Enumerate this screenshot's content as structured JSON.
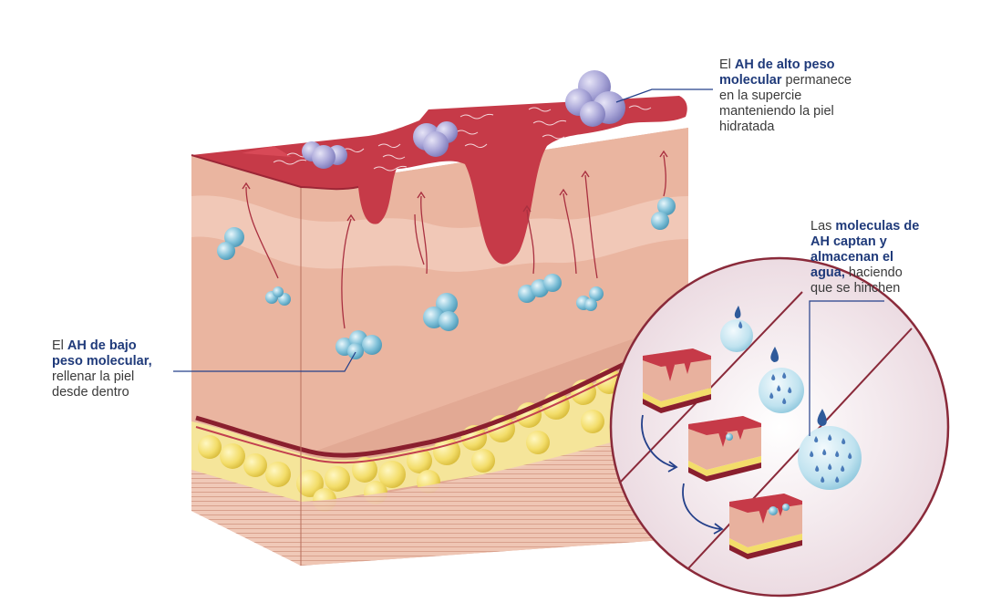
{
  "labels": {
    "high_mw": {
      "lines": [
        {
          "pre": "El ",
          "bold": "AH de alto peso",
          "post": ""
        },
        {
          "pre": "",
          "bold": "molecular",
          "post": " permanece"
        },
        {
          "pre": "en la supercie",
          "bold": "",
          "post": ""
        },
        {
          "pre": "manteniendo la piel",
          "bold": "",
          "post": ""
        },
        {
          "pre": "hidratada",
          "bold": "",
          "post": ""
        }
      ]
    },
    "capture": {
      "lines": [
        {
          "pre": "Las ",
          "bold": "moleculas de",
          "post": ""
        },
        {
          "pre": "",
          "bold": "AH captan y",
          "post": ""
        },
        {
          "pre": "",
          "bold": "almacenan el",
          "post": ""
        },
        {
          "pre": "",
          "bold": "agua,",
          "post": " haciendo"
        },
        {
          "pre": "que se hinchen",
          "bold": "",
          "post": ""
        }
      ]
    },
    "low_mw": {
      "lines": [
        {
          "pre": "El ",
          "bold": "AH de bajo",
          "post": ""
        },
        {
          "pre": "",
          "bold": "peso molecular,",
          "post": ""
        },
        {
          "pre": "rellenar la piel",
          "bold": "",
          "post": ""
        },
        {
          "pre": "desde dentro",
          "bold": "",
          "post": ""
        }
      ]
    }
  },
  "colors": {
    "epidermis_red": "#c63a48",
    "dermis": "#eab5a0",
    "dermis_dark": "#dc9e88",
    "fat_yellow": "#f3dd6a",
    "molecule_purple": "#a9a6d8",
    "molecule_blue": "#7fc0d8",
    "water_drop": "#2f5a9a",
    "label_bold": "#1f3a7a",
    "circle_border": "#8a2a3a"
  }
}
